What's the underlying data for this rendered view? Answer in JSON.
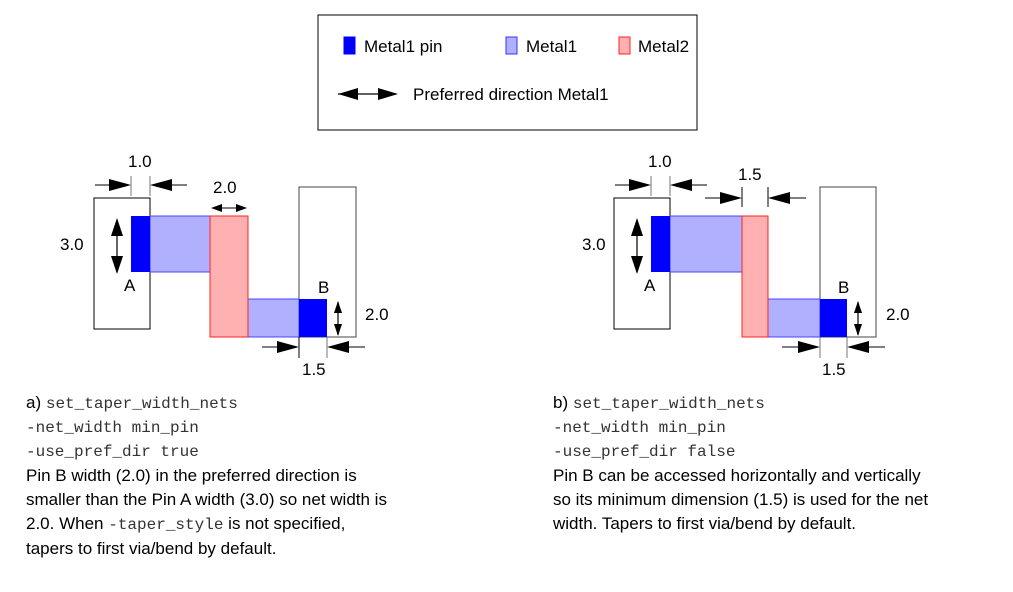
{
  "legend": {
    "items": [
      {
        "label": "Metal1 pin",
        "color": "#0000ff",
        "border": "#0000ff"
      },
      {
        "label": "Metal1",
        "color": "#b0b0ff",
        "border": "#3333ff"
      },
      {
        "label": "Metal2",
        "color": "#ffb0b0",
        "border": "#ff2222"
      }
    ],
    "arrow_label": "Preferred direction Metal1"
  },
  "colors": {
    "metal1_pin": "#0000ff",
    "metal1_fill": "#b0b0ff",
    "metal1_stroke": "#4444ff",
    "metal2_fill": "#ffb0b0",
    "metal2_stroke": "#ff2222",
    "outline": "#000000"
  },
  "diagram_a": {
    "pin_a_label": "A",
    "pin_b_label": "B",
    "dim_pin_a_height": "3.0",
    "dim_pin_a_width": "1.0",
    "dim_net_width": "2.0",
    "dim_pin_b_height": "2.0",
    "dim_pin_b_width": "1.5"
  },
  "diagram_b": {
    "pin_a_label": "A",
    "pin_b_label": "B",
    "dim_pin_a_height": "3.0",
    "dim_pin_a_width": "1.0",
    "dim_net_width": "1.5",
    "dim_pin_b_height": "2.0",
    "dim_pin_b_width": "1.5"
  },
  "caption_a": {
    "prefix": "a) ",
    "cmd1": "set_taper_width_nets",
    "cmd2": "-net_width min_pin",
    "cmd3": "-use_pref_dir true",
    "text1": "Pin B width (2.0) in the preferred direction is",
    "text2": "smaller than the Pin A width (3.0) so net width is",
    "text3a": "2.0. When ",
    "text3code": "-taper_style",
    "text3b": " is not specified,",
    "text4": "tapers to first via/bend by default."
  },
  "caption_b": {
    "prefix": "b) ",
    "cmd1": "set_taper_width_nets",
    "cmd2": "-net_width min_pin",
    "cmd3": "-use_pref_dir false",
    "text1": "Pin B can be accessed horizontally and vertically",
    "text2": "so its minimum dimension (1.5) is used for the net",
    "text3": "width. Tapers to first via/bend by default."
  }
}
